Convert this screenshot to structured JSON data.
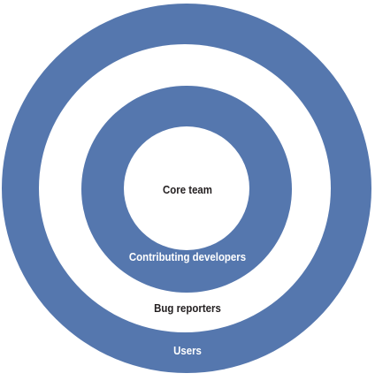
{
  "diagram": {
    "colors": {
      "band": "#5577ae",
      "gap": "#ffffff",
      "light_text": "#ffffff",
      "dark_text": "#231f20"
    },
    "rings": [
      {
        "label": "Users"
      },
      {
        "label": "Bug reporters"
      },
      {
        "label": "Contributing developers"
      },
      {
        "label": "Core team"
      }
    ]
  }
}
